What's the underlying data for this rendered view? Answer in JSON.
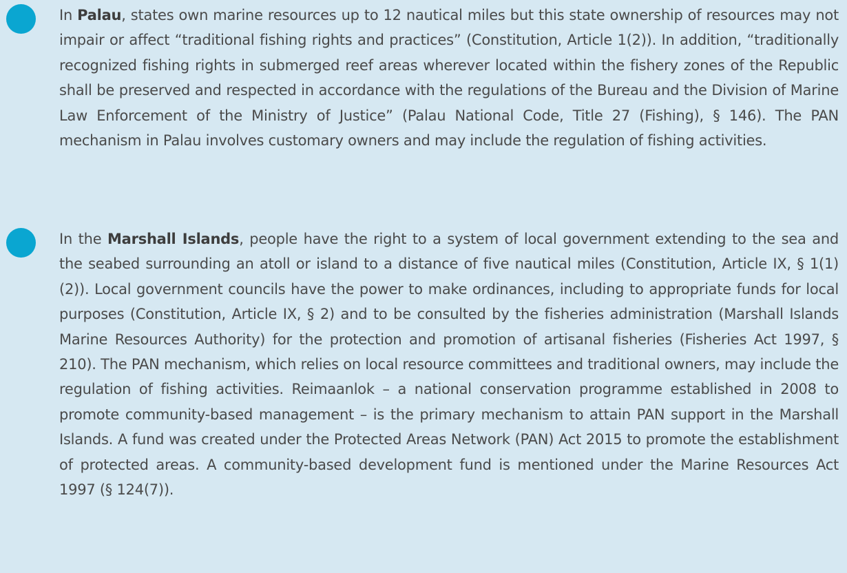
{
  "entries": [
    {
      "country": "Palau",
      "prefix": "In ",
      "text": ", states own marine resources up to 12 nautical miles but this state ownership of resources may not impair or affect “traditional fishing rights and practices” (Constitution, Article 1(2)). In addition, “traditionally recognized fishing rights in submerged reef areas wherever located within the fishery zones of the Republic shall be preserved and respected in accordance with the regulations of the Bureau and the Division of Marine Law Enforcement of the Ministry of Justice” (Palau National Code, Title 27 (Fishing), § 146). The PAN mechanism in Palau involves customary owners and may include the regulation of fishing activities."
    },
    {
      "country": "Marshall Islands",
      "prefix": "In the ",
      "text": ", people have the right to a system of local government extending to the sea and the seabed surrounding an atoll or island to a distance of five nautical miles (Constitution, Article IX, § 1(1)(2)). Local government councils have the power to make ordinances, including to appropriate funds for local purposes (Constitution, Article IX, § 2) and to be consulted by the fisheries administration (Marshall Islands Marine Resources Authority) for the protection and promotion of artisanal fisheries (Fisheries Act 1997, § 210). The PAN mechanism, which relies on local resource committees and traditional owners, may include the regulation of fishing activities. Reimaanlok – a national conservation programme established in 2008 to promote community-based management – is the primary mechanism to attain PAN support in the Marshall Islands. A fund was created under the Protected Areas Network (PAN) Act 2015 to promote the establishment of protected areas. A community-based development fund is mentioned under the Marine Resources Act 1997 (§ 124(7))."
    }
  ],
  "colors": {
    "background": "#d6e8f2",
    "bullet": "#0aa6d1",
    "text": "#4a4a4a"
  }
}
